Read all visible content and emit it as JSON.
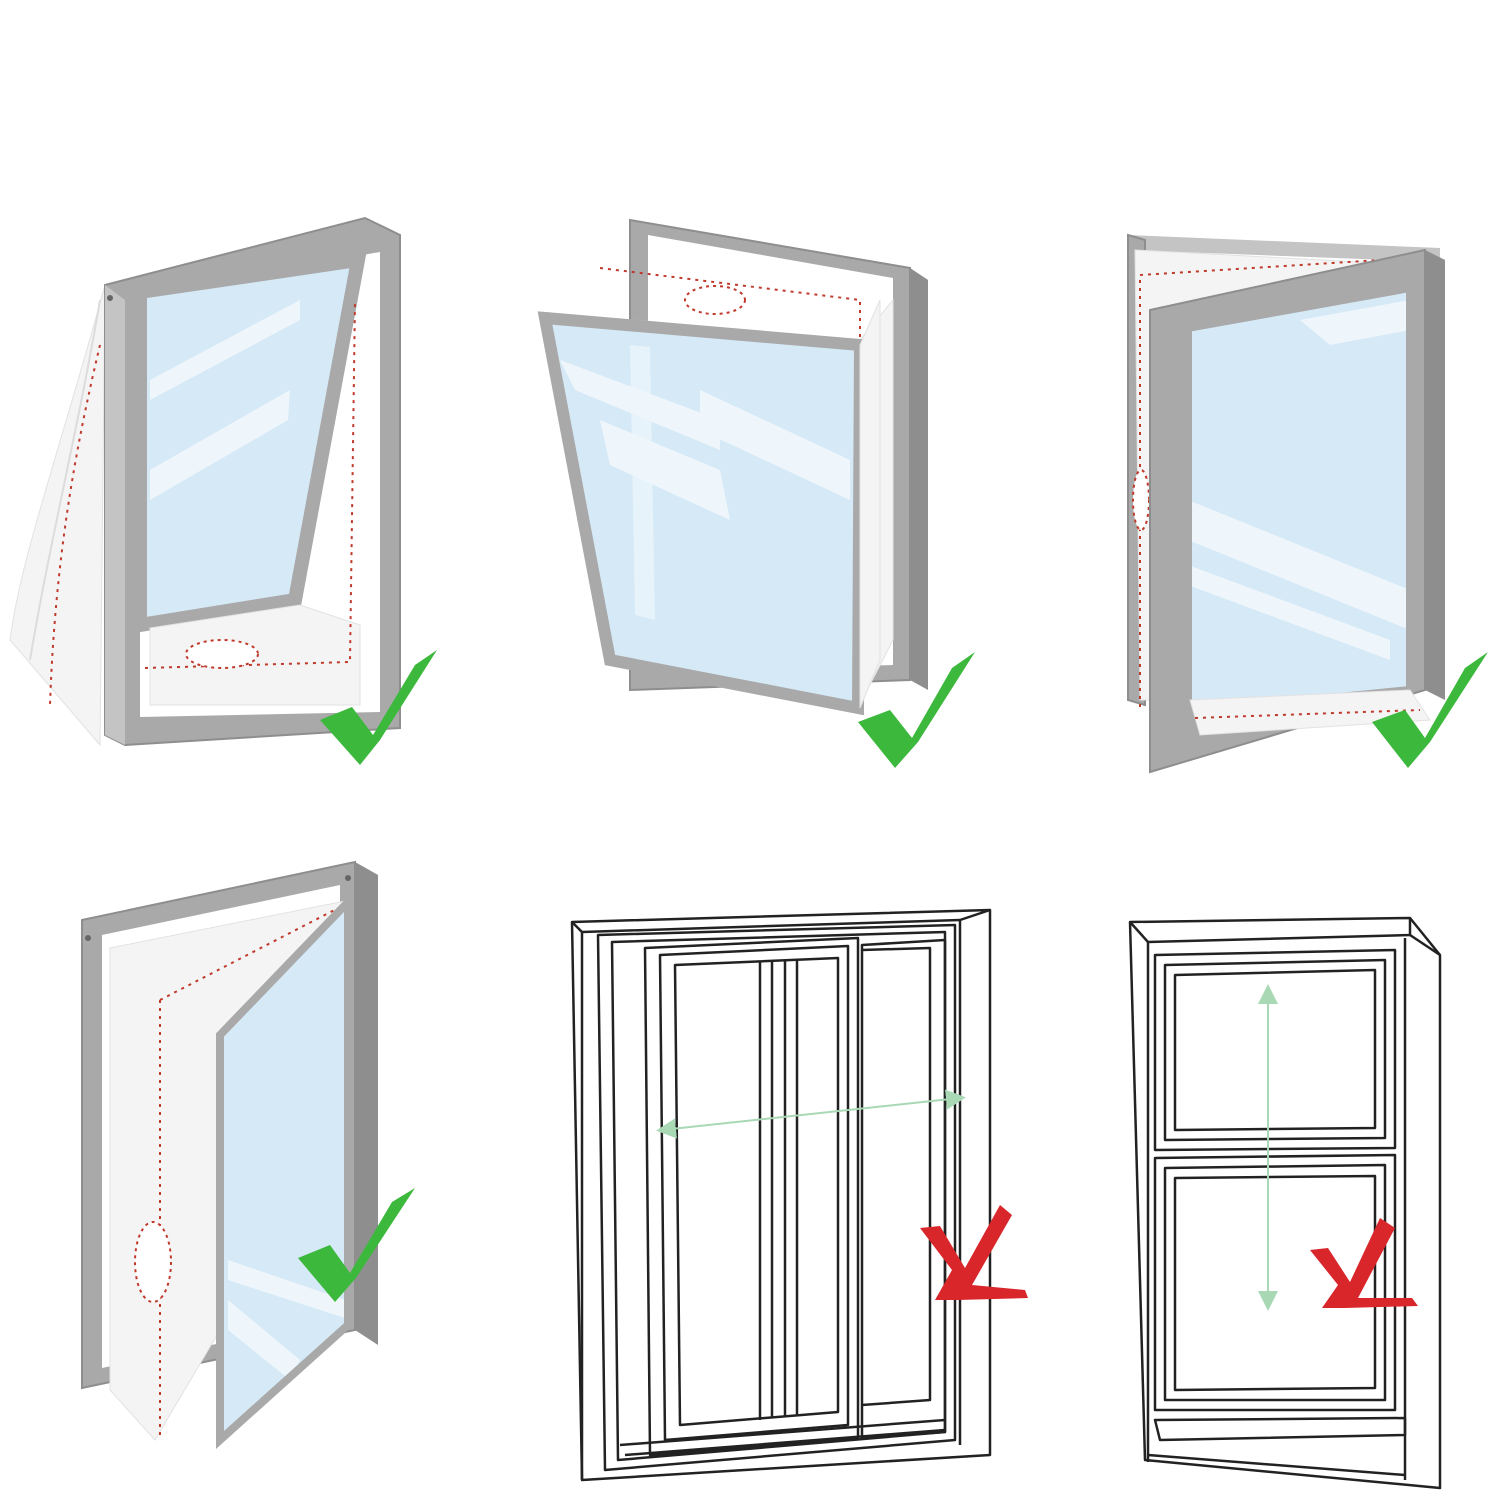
{
  "colors": {
    "background": "#ffffff",
    "frame_gray": "#a9a9a9",
    "frame_gray_dark": "#8e8e8e",
    "frame_gray_light": "#c4c4c4",
    "glass": "#d6e9f6",
    "glass_shine": "#eef6fc",
    "seal_cloth": "#f4f4f4",
    "seal_dots": "#c0392b",
    "line_art": "#222222",
    "arrow": "#a8d8b4",
    "check_green": "#3cb83c",
    "cross_red": "#d9262b"
  },
  "panels": [
    {
      "id": "top-hung-window",
      "status": "compatible",
      "status_icon": "check-mark-icon"
    },
    {
      "id": "bottom-hung-tilt-window",
      "status": "compatible",
      "status_icon": "check-mark-icon"
    },
    {
      "id": "side-hung-casement-window",
      "status": "compatible",
      "status_icon": "check-mark-icon"
    },
    {
      "id": "open-casement-window",
      "status": "compatible",
      "status_icon": "check-mark-icon"
    },
    {
      "id": "horizontal-sliding-window",
      "status": "not-compatible",
      "status_icon": "cross-mark-icon",
      "motion": "horizontal"
    },
    {
      "id": "vertical-sash-window",
      "status": "not-compatible",
      "status_icon": "cross-mark-icon",
      "motion": "vertical"
    }
  ]
}
